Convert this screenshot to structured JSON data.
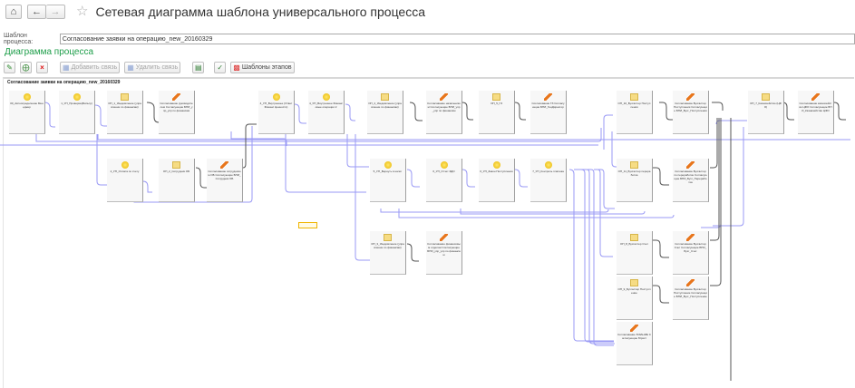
{
  "window": {
    "title": "Сетевая диаграмма шаблона универсального процесса",
    "home_icon": "home-icon",
    "back_icon": "arrow-left-icon",
    "forward_icon": "arrow-right-icon",
    "favorite_icon": "star-icon"
  },
  "template_field": {
    "label": "Шаблон процесса:",
    "value": "Согласование заявки на операцию_new_20160329"
  },
  "section_title": "Диаграмма процесса",
  "toolbar": {
    "edit_icon": "pencil-icon",
    "add_icon": "add-document-icon",
    "delete_icon": "delete-icon",
    "add_link_label": "Добавить связь",
    "remove_link_label": "Удалить связь",
    "zoom_icon": "fit-diagram-icon",
    "check_icon": "check-icon",
    "stage_templates_label": "Шаблоны этапов"
  },
  "diagram": {
    "title": "Согласование заявки на операцию_new_20160329",
    "colors": {
      "link_blue": "#9a9af5",
      "link_dark": "#555555",
      "selection": "#f0b400"
    },
    "nodes": [
      {
        "id": "n1",
        "type": "bulb",
        "label": "00_Автоопределение Менеджер"
      },
      {
        "id": "n2",
        "type": "bulb",
        "label": "1_УП_Проверка(Фильтр)"
      },
      {
        "id": "n3",
        "type": "mail",
        "label": "ОП_1_Уведомление (управление по финансам)"
      },
      {
        "id": "n4",
        "type": "edit",
        "label": "Согласование руководителем Согласующие БПИ_упр_упр по финансам"
      },
      {
        "id": "n5",
        "type": "bulb",
        "label": "4_УП_Внутреннее (Ответ Финанс Ценности)"
      },
      {
        "id": "n6",
        "type": "bulb",
        "label": "4_УП_Внутреннее Финансовые операции 2"
      },
      {
        "id": "n7",
        "type": "mail",
        "label": "ОП_4_Уведомление (управление по финансам)"
      },
      {
        "id": "n8",
        "type": "edit",
        "label": "Согласование начальником Согласующие БПИ_упр_упр по финансам"
      },
      {
        "id": "n9",
        "type": "mail",
        "label": "ОП_5_ГЗ"
      },
      {
        "id": "n10",
        "type": "edit",
        "label": "Согласование ГЗ Согласующие БПИ_ГенДиректор"
      },
      {
        "id": "n11",
        "type": "mail",
        "label": "ОП_10_Бухгалтер Поступления"
      },
      {
        "id": "n12",
        "type": "edit",
        "label": "Согласование Бухгалтер Поступления Согласующие БПИ_Бухг_Поступления"
      },
      {
        "id": "n13",
        "type": "mail",
        "label": "ОП_7_Казначейство (ЦФО)"
      },
      {
        "id": "n14",
        "type": "edit",
        "label": "Согласование казначейство ЦФО Согласующие БПИ_Казначейство ЦФО"
      },
      {
        "id": "n15",
        "type": "bulb",
        "label": "2_УП_Оплата по счету"
      },
      {
        "id": "n16",
        "type": "mail",
        "label": "ОП_2_Сотрудник ОБ"
      },
      {
        "id": "n17",
        "type": "edit",
        "label": "Согласование сотрудником ОБ Согласующие БПИ_Сотрудник ОБ"
      },
      {
        "id": "n18",
        "type": "bulb",
        "label": "5_УП_Вернуть в налог"
      },
      {
        "id": "n19",
        "type": "bulb",
        "label": "6_УП_Отчет ЗДО"
      },
      {
        "id": "n20",
        "type": "bulb",
        "label": "6_УП_Закон Поступления"
      },
      {
        "id": "n21",
        "type": "bulb",
        "label": "7_УП_Контроль платежа"
      },
      {
        "id": "n22",
        "type": "mail",
        "label": "ОП_11_Бухгалтер переработка"
      },
      {
        "id": "n23",
        "type": "edit",
        "label": "Согласование Бухгалтер по переработке Согласующие БПИ_Бухг_Переработка"
      },
      {
        "id": "n24",
        "type": "mail",
        "label": "ОП_3_Уведомление (управление по финансам)"
      },
      {
        "id": "n25",
        "type": "edit",
        "label": "Согласование финансовым отделом Согласующие БПИ_упр_упр по финансам"
      },
      {
        "id": "n26",
        "type": "mail",
        "label": "ОП_8_Бухгалтер Счет"
      },
      {
        "id": "n27",
        "type": "edit",
        "label": "Согласование Бухгалтер Счет Согласующие БПИ_Бухг_Счет"
      },
      {
        "id": "n28",
        "type": "mail",
        "label": "ОП_9_Бухгалтер Поступление"
      },
      {
        "id": "n29",
        "type": "edit",
        "label": "Согласование Бухгалтер Поступление Согласующие БПИ_Бухг_Поступление"
      },
      {
        "id": "n30",
        "type": "edit",
        "label": "Согласование ЮЗАНИЕ Согласующие Юрист"
      }
    ]
  }
}
